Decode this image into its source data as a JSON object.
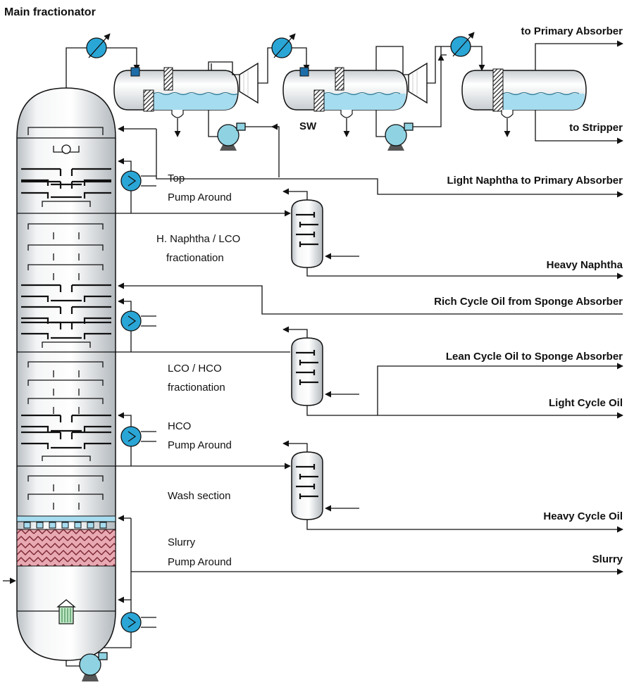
{
  "title": "Main fractionator",
  "labels": {
    "sw": "SW",
    "top_pa_1": "Top",
    "top_pa_2": "Pump Around",
    "hn_lco_1": "H. Naphtha / LCO",
    "hn_lco_2": "fractionation",
    "lco_hco_1": "LCO / HCO",
    "lco_hco_2": "fractionation",
    "hco_pa_1": "HCO",
    "hco_pa_2": "Pump Around",
    "wash": "Wash section",
    "slurry_pa_1": "Slurry",
    "slurry_pa_2": "Pump Around"
  },
  "streams": {
    "to_primary_absorber": "to Primary Absorber",
    "to_stripper": "to Stripper",
    "light_naphtha": "Light Naphtha to Primary Absorber",
    "heavy_naphtha": "Heavy Naphtha",
    "rich_cycle_oil": "Rich Cycle Oil from Sponge Absorber",
    "lean_cycle_oil": "Lean Cycle Oil to Sponge Absorber",
    "light_cycle_oil": "Light Cycle Oil",
    "heavy_cycle_oil": "Heavy Cycle Oil",
    "slurry": "Slurry"
  },
  "colors": {
    "liquid": "#a6dcef",
    "exchanger": "#2aa6d6",
    "pump": "#8fd3e3",
    "packing": "#e8a9b3"
  }
}
